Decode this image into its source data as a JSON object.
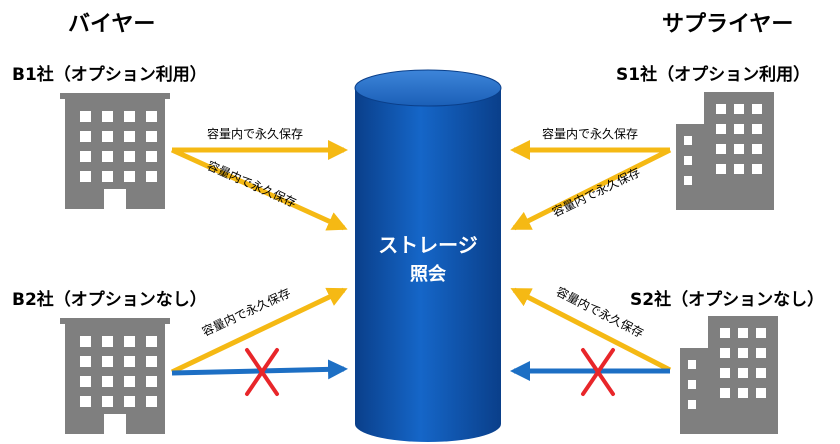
{
  "headers": {
    "buyer": "バイヤー",
    "supplier": "サプライヤー"
  },
  "companies": {
    "b1": "B1社（オプション利用）",
    "b2": "B2社（オプションなし）",
    "s1": "S1社（オプション利用）",
    "s2": "S2社（オプションなし）"
  },
  "storage": {
    "line1": "ストレージ",
    "line2": "照会"
  },
  "arrow_label": "容量内で永久保存",
  "colors": {
    "allowed_arrow": "#F5B914",
    "blocked_arrow": "#1D6FC4",
    "cross": "#E8262A",
    "cylinder": "#0E53B0",
    "building": "#7F7F7F"
  }
}
